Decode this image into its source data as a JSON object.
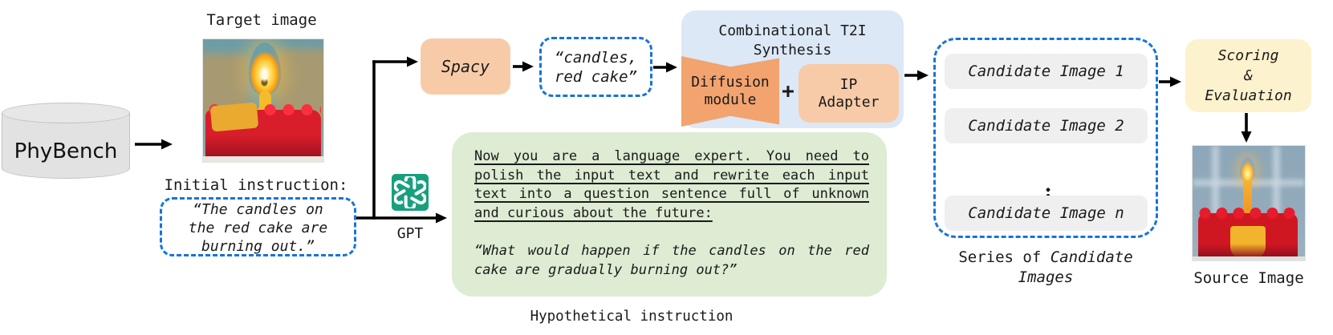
{
  "colors": {
    "dashed_blue": "#1774d8",
    "peach": "#f8cba8",
    "deep_orange": "#f2a36e",
    "panel_blue": "#dce8f6",
    "panel_green": "#ddecd3",
    "panel_cream": "#fcf2cd",
    "row_gray": "#efefef",
    "gpt_teal": "#18a07e",
    "cylinder_gray": "#e2e2e2"
  },
  "phybench": {
    "label": "PhyBench"
  },
  "target": {
    "label": "Target image"
  },
  "initial_instruction": {
    "label": "Initial instruction:",
    "text": "“The candles on the red cake are burning out.”"
  },
  "spacy": {
    "label": "Spacy"
  },
  "keywords": {
    "text": "“candles, red cake”"
  },
  "gpt": {
    "label": "GPT",
    "icon": "openai-icon"
  },
  "t2i": {
    "title": "Combinational T2I Synthesis",
    "diffusion_label": "Diffusion module",
    "plus": "+",
    "ip_adapter_label": "IP Adapter"
  },
  "candidates": {
    "items": [
      "Candidate Image 1",
      "Candidate Image 2",
      "Candidate Image n"
    ],
    "caption_prefix": "Series of ",
    "caption_emphasis": "Candidate Images"
  },
  "scoring": {
    "lines": [
      "Scoring",
      "&",
      "Evaluation"
    ]
  },
  "source": {
    "label": "Source Image"
  },
  "hypothetical": {
    "prompt": "Now you are a language expert. You need to polish the input text and rewrite each input text into a question sentence full of unknown and curious about the future:",
    "question": "“What would happen if the candles on the red cake are gradually burning out?”",
    "caption": "Hypothetical instruction"
  }
}
